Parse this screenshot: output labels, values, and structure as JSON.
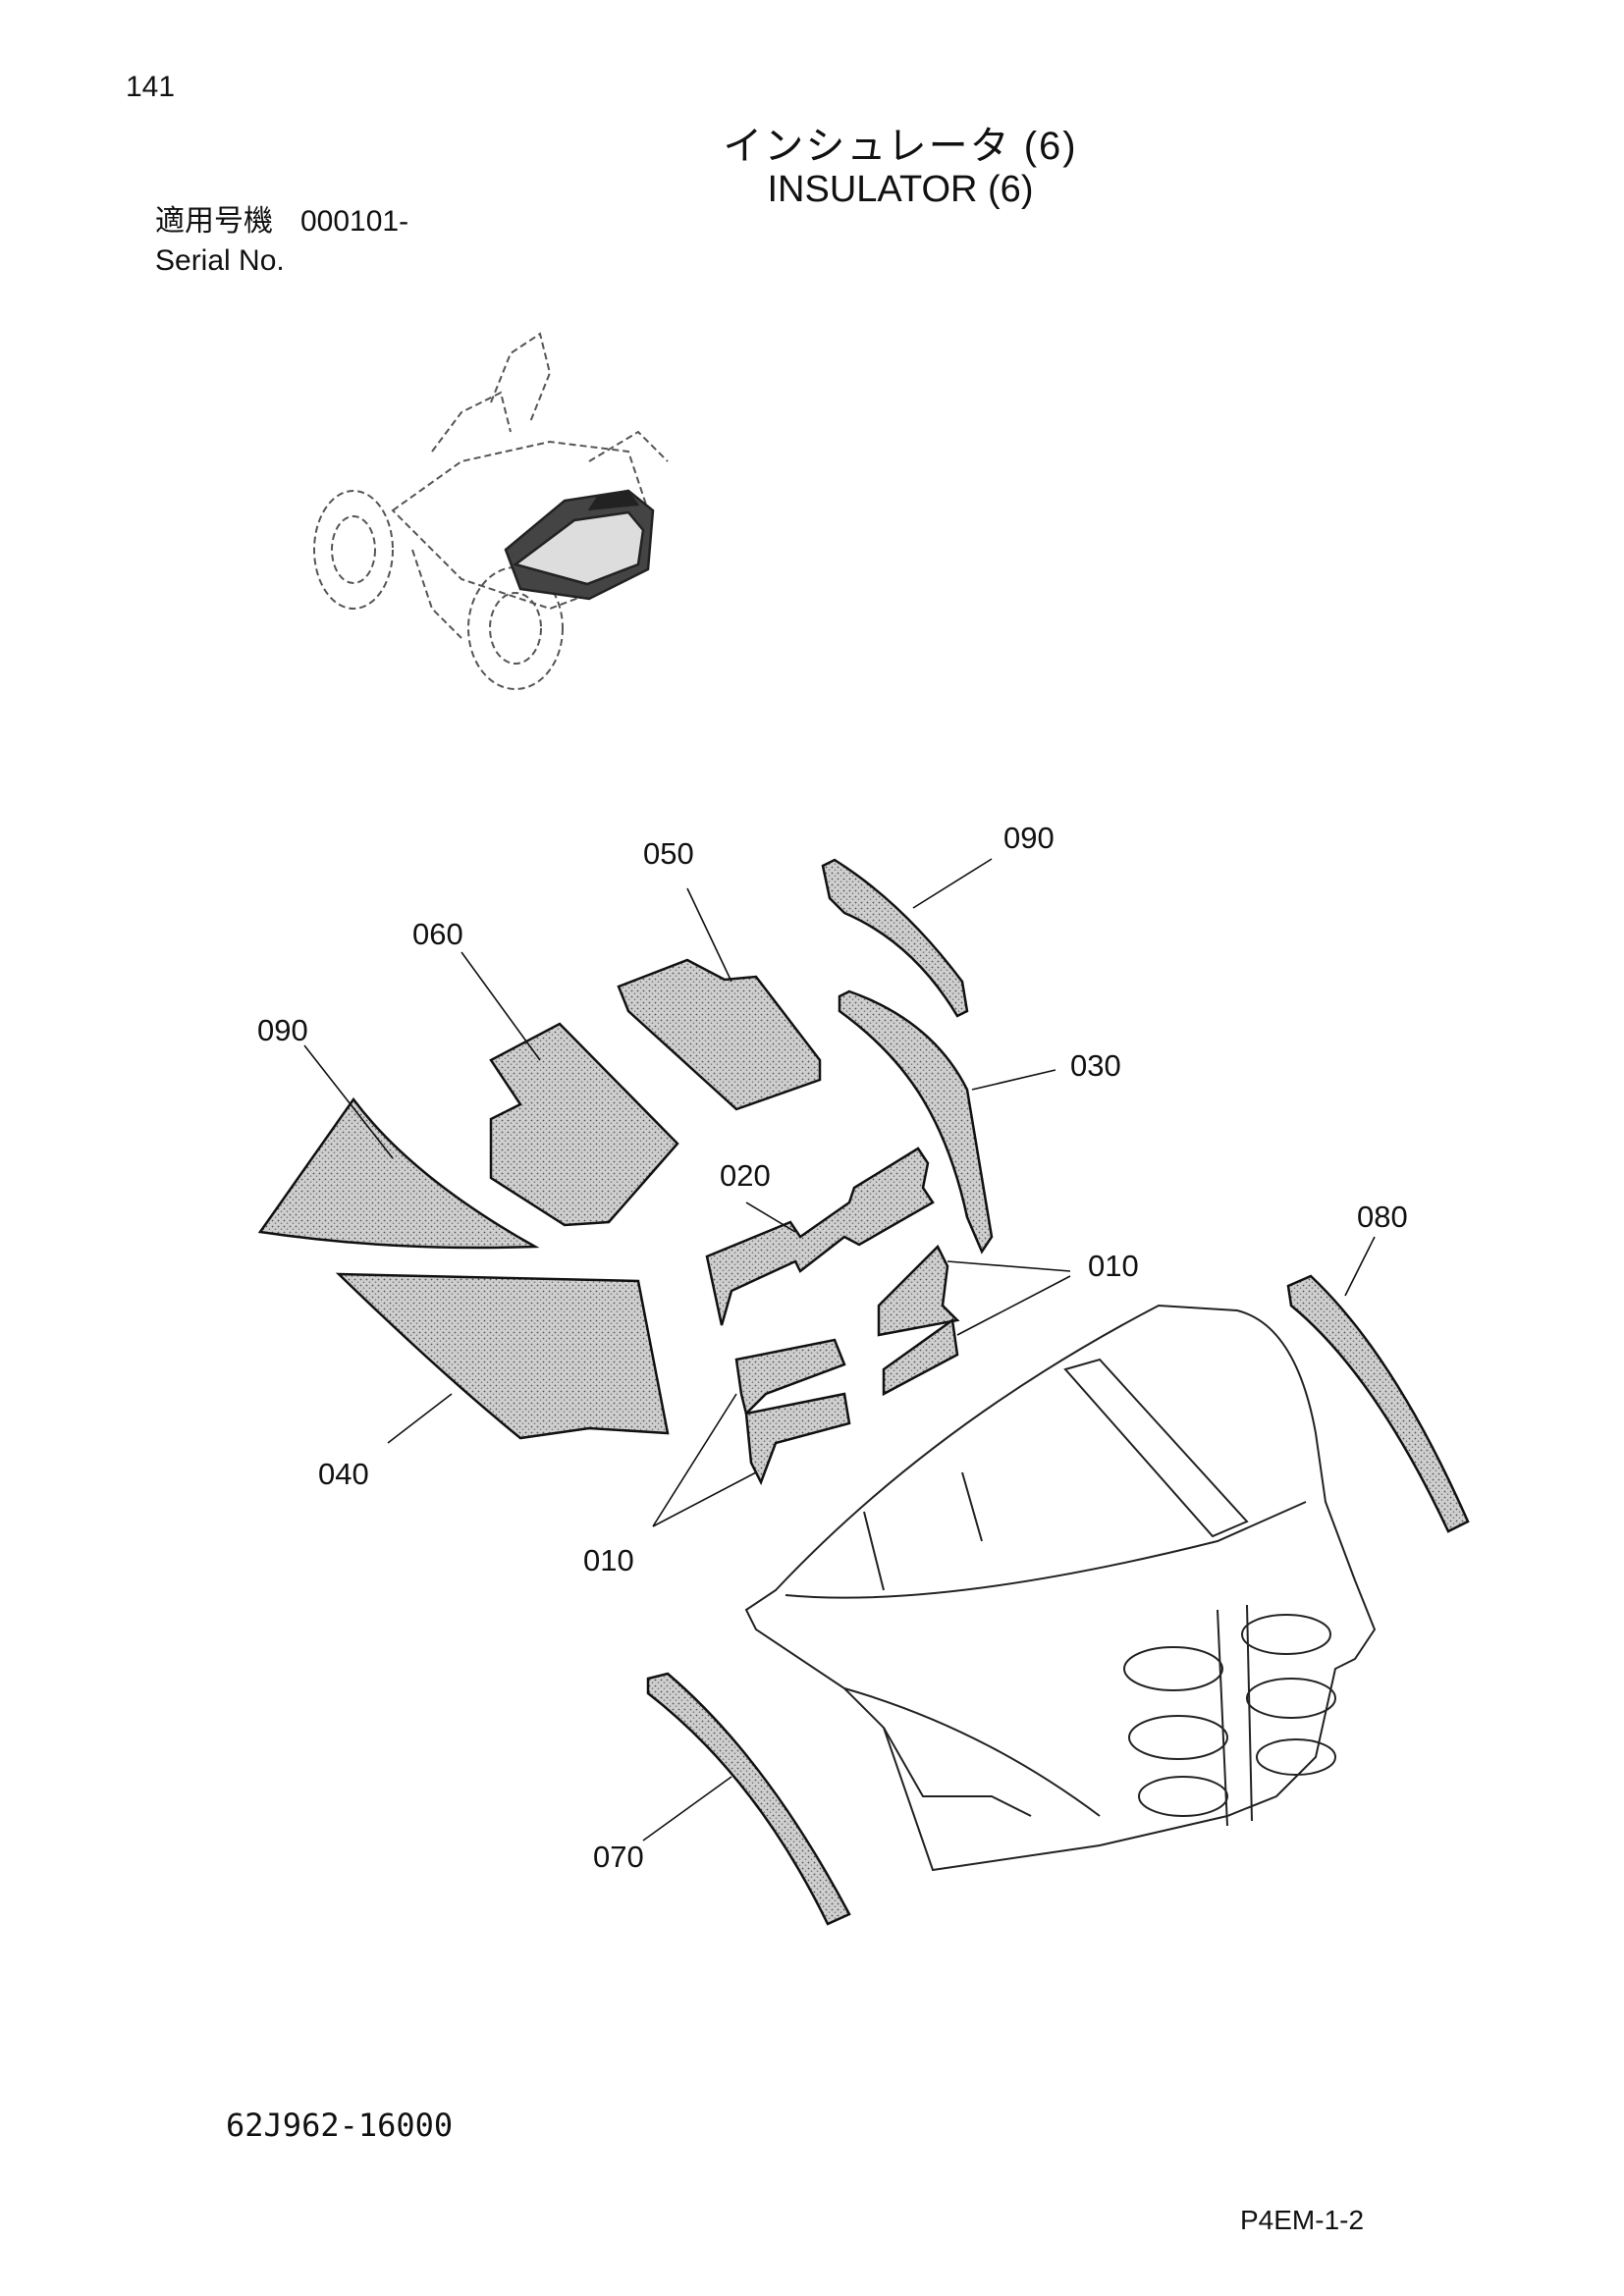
{
  "header": {
    "page_number": "141",
    "title_jp": "インシュレータ (6)",
    "title_en": "INSULATOR (6)",
    "serial_label_jp": "適用号機",
    "serial_value": "000101-",
    "serial_label_en": "Serial No."
  },
  "parts": {
    "p090_upper": "090",
    "p050": "050",
    "p060": "060",
    "p090_left": "090",
    "p030": "030",
    "p020": "020",
    "p080": "080",
    "p010_right": "010",
    "p040": "040",
    "p010_left": "010",
    "p070": "070"
  },
  "footer": {
    "doc_number": "62J962-16000",
    "sheet_code": "P4EM-1-2"
  }
}
